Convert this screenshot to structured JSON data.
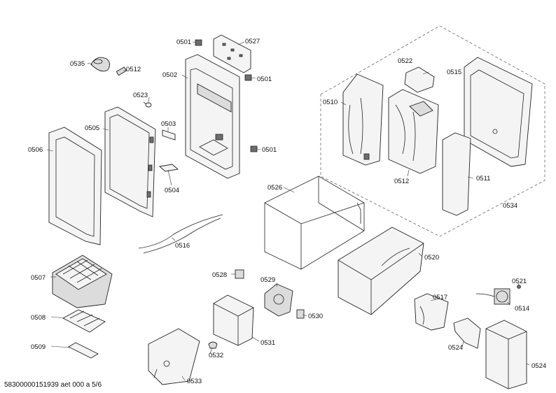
{
  "labels": {
    "p0501a": "0501",
    "p0527": "0527",
    "p0535": "0535",
    "p0512a": "0512",
    "p0502": "0502",
    "p0501b": "0501",
    "p0523": "0523",
    "p0505": "0505",
    "p0503": "0503",
    "p0506": "0506",
    "p0504": "0504",
    "p0501c": "0501",
    "p0510": "0510",
    "p0522": "0522",
    "p0515": "0515",
    "p0512b": "0512",
    "p0511": "0511",
    "p0534": "0534",
    "p0526": "0526",
    "p0516": "0516",
    "p0520": "0520",
    "p0507": "0507",
    "p0528": "0528",
    "p0529": "0529",
    "p0521": "0521",
    "p0517": "0517",
    "p0514": "0514",
    "p0508": "0508",
    "p0530": "0530",
    "p0531": "0531",
    "p0524a": "0524",
    "p0509": "0509",
    "p0532": "0532",
    "p0524b": "0524",
    "p0533": "0533"
  },
  "footer": "58300000151939 aet 000 a 5/6"
}
